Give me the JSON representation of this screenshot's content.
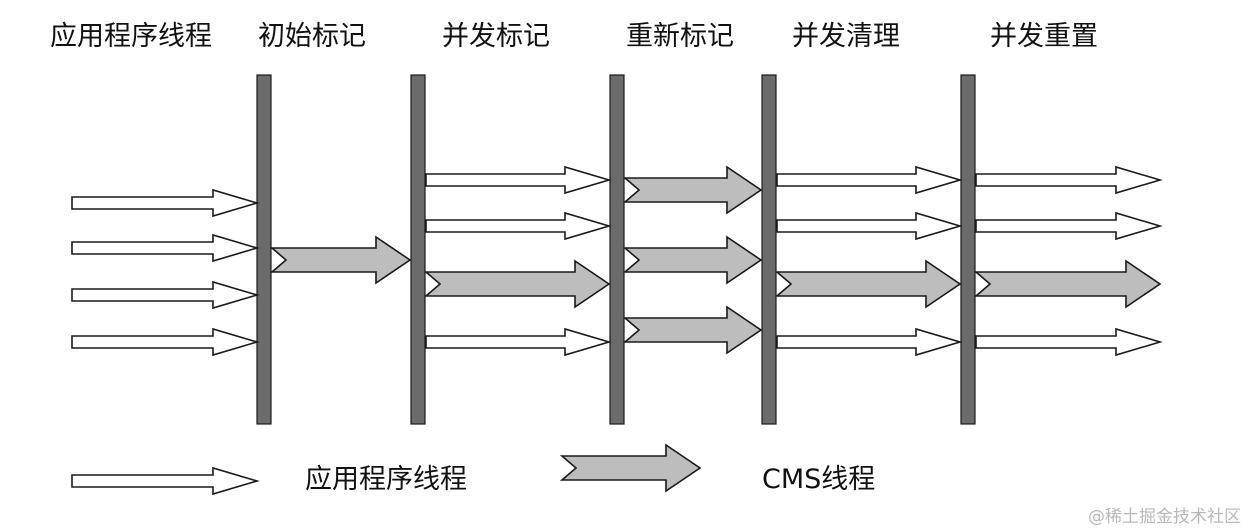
{
  "phases": [
    "应用程序线程",
    "初始标记",
    "并发标记",
    "重新标记",
    "并发清理",
    "并发重置"
  ],
  "legend": {
    "app_thread": "应用程序线程",
    "cms_thread": "CMS线程"
  },
  "watermark": "@稀土掘金技术社区",
  "colors": {
    "bar": "#6b6b6b",
    "cms_arrow_fill": "#bdbdbd",
    "app_arrow_fill": "#ffffff",
    "stroke": "#1a1a1a"
  }
}
